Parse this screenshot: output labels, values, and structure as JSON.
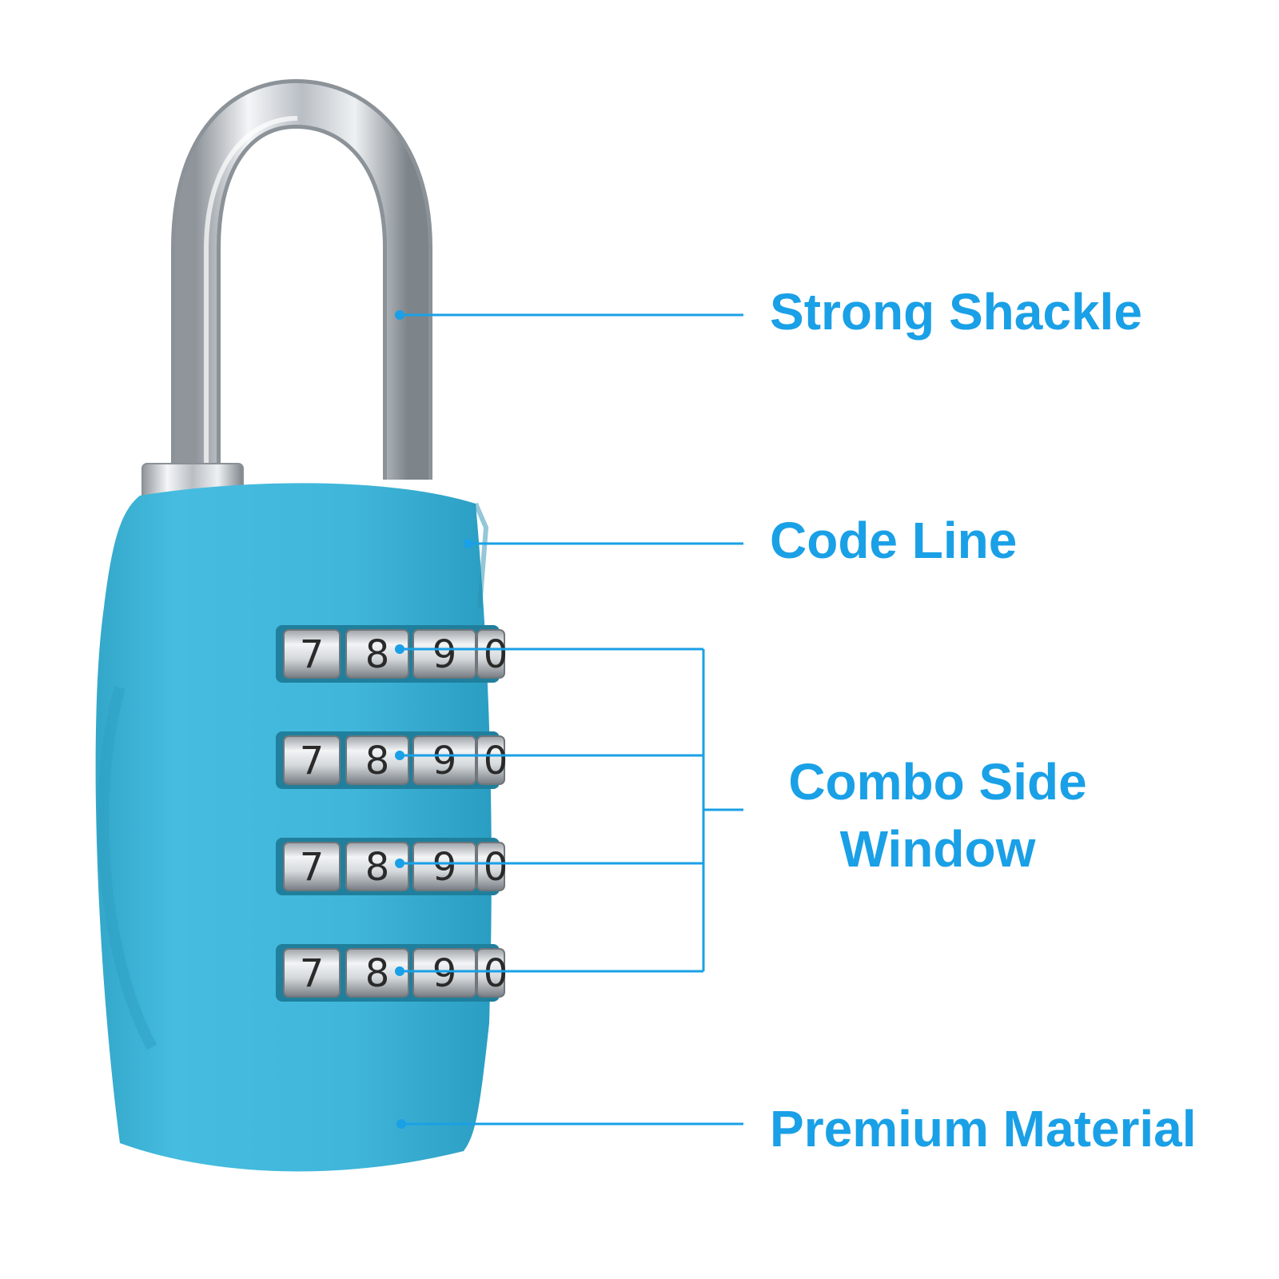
{
  "accent_color": "#1aa0e6",
  "lock_body_color": "#3fb6d8",
  "callouts": {
    "shackle": "Strong Shackle",
    "code_line": "Code Line",
    "combo_line1": "Combo Side",
    "combo_line2": "Window",
    "material": "Premium Material"
  },
  "dials": [
    {
      "digits": [
        "7",
        "8",
        "9",
        "0"
      ]
    },
    {
      "digits": [
        "7",
        "8",
        "9",
        "0"
      ]
    },
    {
      "digits": [
        "7",
        "8",
        "9",
        "0"
      ]
    },
    {
      "digits": [
        "7",
        "8",
        "9",
        "0"
      ]
    }
  ]
}
